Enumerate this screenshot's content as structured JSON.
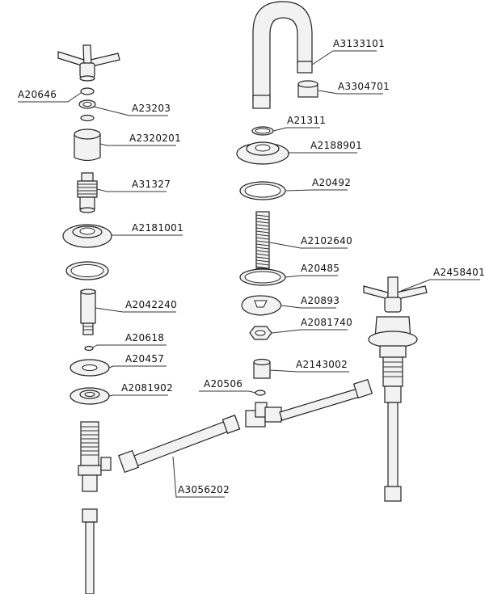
{
  "labels": {
    "A20646": "A20646",
    "A23203": "A23203",
    "A2320201": "A2320201",
    "A31327": "A31327",
    "A2181001": "A2181001",
    "A2042240": "A2042240",
    "A20618": "A20618",
    "A20457": "A20457",
    "A2081902": "A2081902",
    "A3056202": "A3056202",
    "A3133101": "A3133101",
    "A3304701": "A3304701",
    "A21311": "A21311",
    "A2188901": "A2188901",
    "A20492": "A20492",
    "A2102640": "A2102640",
    "A20485": "A20485",
    "A20893": "A20893",
    "A2081740": "A2081740",
    "A2143002": "A2143002",
    "A20506": "A20506",
    "A2458401": "A2458401"
  },
  "colors": {
    "line": "#222222",
    "part_fill": "#f2f2f2",
    "background": "#ffffff"
  }
}
